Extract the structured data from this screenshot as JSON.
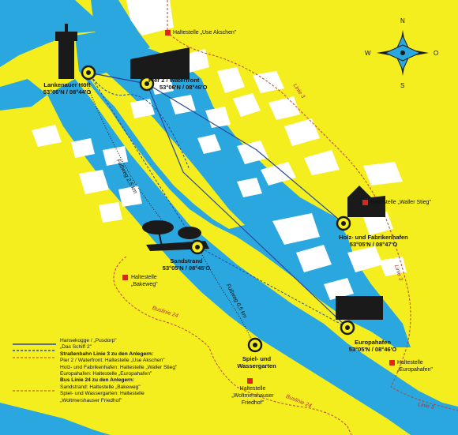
{
  "compass": {
    "n": "N",
    "s": "S",
    "w": "W",
    "o": "O"
  },
  "stops": {
    "lankenau": {
      "name": "Lankenauer Höft",
      "coord": "53°06'N / 08°44'O"
    },
    "pier2": {
      "name": "Pier 2 / Waterfront",
      "coord": "53°06'N / 08°46'O"
    },
    "holz": {
      "name": "Holz- und Fabrikenhafen",
      "coord": "53°05'N / 08°47'O"
    },
    "sandstrand": {
      "name": "Sandstrand",
      "coord": "53°05'N / 08°45'O"
    },
    "europa": {
      "name": "Europahafen",
      "coord": "53°05'N / 08°46'O"
    },
    "spiel": {
      "name1": "Spiel- und",
      "name2": "Wassergarten"
    }
  },
  "haltestellen": {
    "use_akschen": "Haltestelle „Use Akschen\"",
    "waller_stieg": "Haltestelle „Waller Stieg\"",
    "bakeweg1": "Haltestelle",
    "bakeweg2": "„Bakeweg\"",
    "europahafen1": "Haltestelle",
    "europahafen2": "„Europahafen\"",
    "friedhof1": "Haltestelle",
    "friedhof2": "„Woltmershauser",
    "friedhof3": "Friedhof\""
  },
  "route_labels": {
    "linie3_top": "Linie 3",
    "linie3_right": "Linie 3",
    "linie3_bottom": "Linie 3",
    "buslinie_left": "Buslinie 24",
    "buslinie_bottom": "Buslinie 24",
    "fussweg_1": "Fußweg 2,5 km",
    "fussweg_2": "Fußweg 0,5 km"
  },
  "legend": {
    "hansekogge": "Hansekogge / „Pusdorp\"",
    "schiff2": "„Das Schiff 2\"",
    "strassenbahn": "Straßenbahn Linie 3 zu den Anlegern:",
    "sb_pier2": "Pier 2 / Waterfront: Haltestelle „Use Akschen\"",
    "sb_holz": "Holz- und Fabrikenhafen: Haltestelle „Waller Stieg\"",
    "sb_europa": "Europahafen: Haltestelle „Europahafen\"",
    "bus": "Bus Linie 24 zu den Anlegern:",
    "bus_sandstrand": "Sandstrand: Haltestelle „Bakeweg\"",
    "bus_spiel": "Spiel- und Wassergarten: Haltestelle",
    "bus_friedhof": "„Woltmershauser Friedhof\""
  },
  "colors": {
    "land": "#f5ee1e",
    "water": "#2aa7df",
    "building": "#ffffff",
    "route": "#2a4a9a",
    "tram": "#b04a2a",
    "stop_marker": "#e2231a"
  }
}
